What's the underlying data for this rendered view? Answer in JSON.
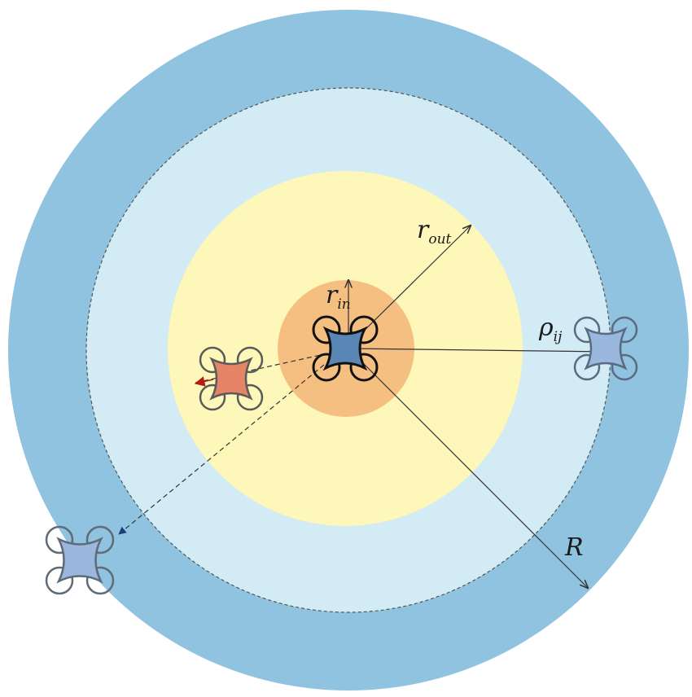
{
  "labels": {
    "r_out": {
      "main": "r",
      "sub": "out"
    },
    "r_in": {
      "main": "r",
      "sub": "in"
    },
    "rho_ij": {
      "main": "ρ",
      "sub": "ij"
    },
    "R": "R"
  },
  "colors": {
    "outer_ring": "#8fc3e0",
    "middle_ring": "#d3ebf4",
    "yellow_zone": "#fdf7b9",
    "inner_core": "#f6bf82",
    "drone_center_body": "#5a86b6",
    "drone_red_body": "#e58466",
    "drone_blue_body": "#9ab7de",
    "line": "#333333"
  },
  "icons": [
    "quadrotor-drone-icon"
  ]
}
